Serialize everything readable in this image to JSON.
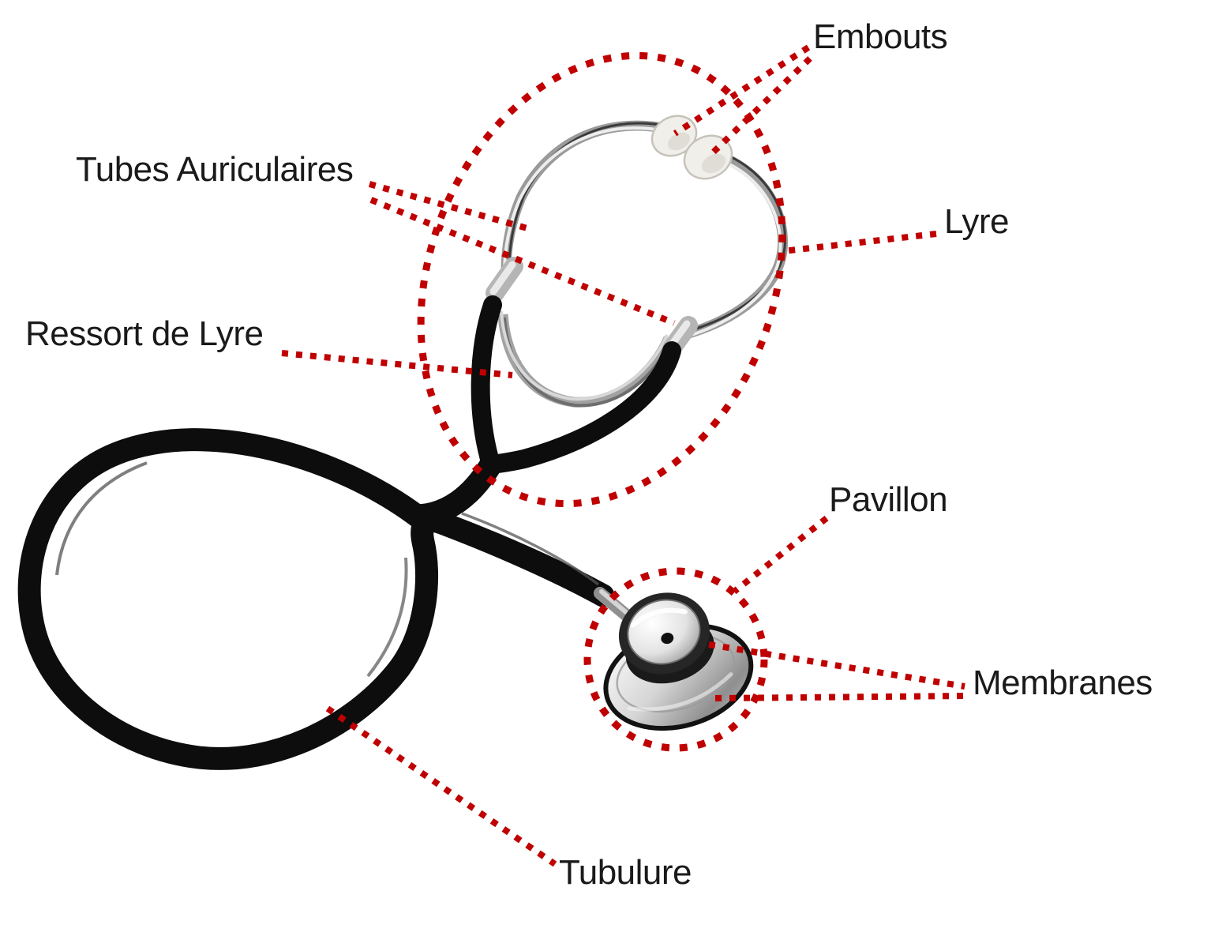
{
  "labels": {
    "embouts": "Embouts",
    "tubes_auriculaires": "Tubes Auriculaires",
    "lyre": "Lyre",
    "ressort_de_lyre": "Ressort de Lyre",
    "pavillon": "Pavillon",
    "membranes": "Membranes",
    "tubulure": "Tubulure"
  },
  "colors": {
    "background": "#FFFFFF",
    "annotation_red": "#C00000",
    "label_text": "#1A1A1A"
  }
}
